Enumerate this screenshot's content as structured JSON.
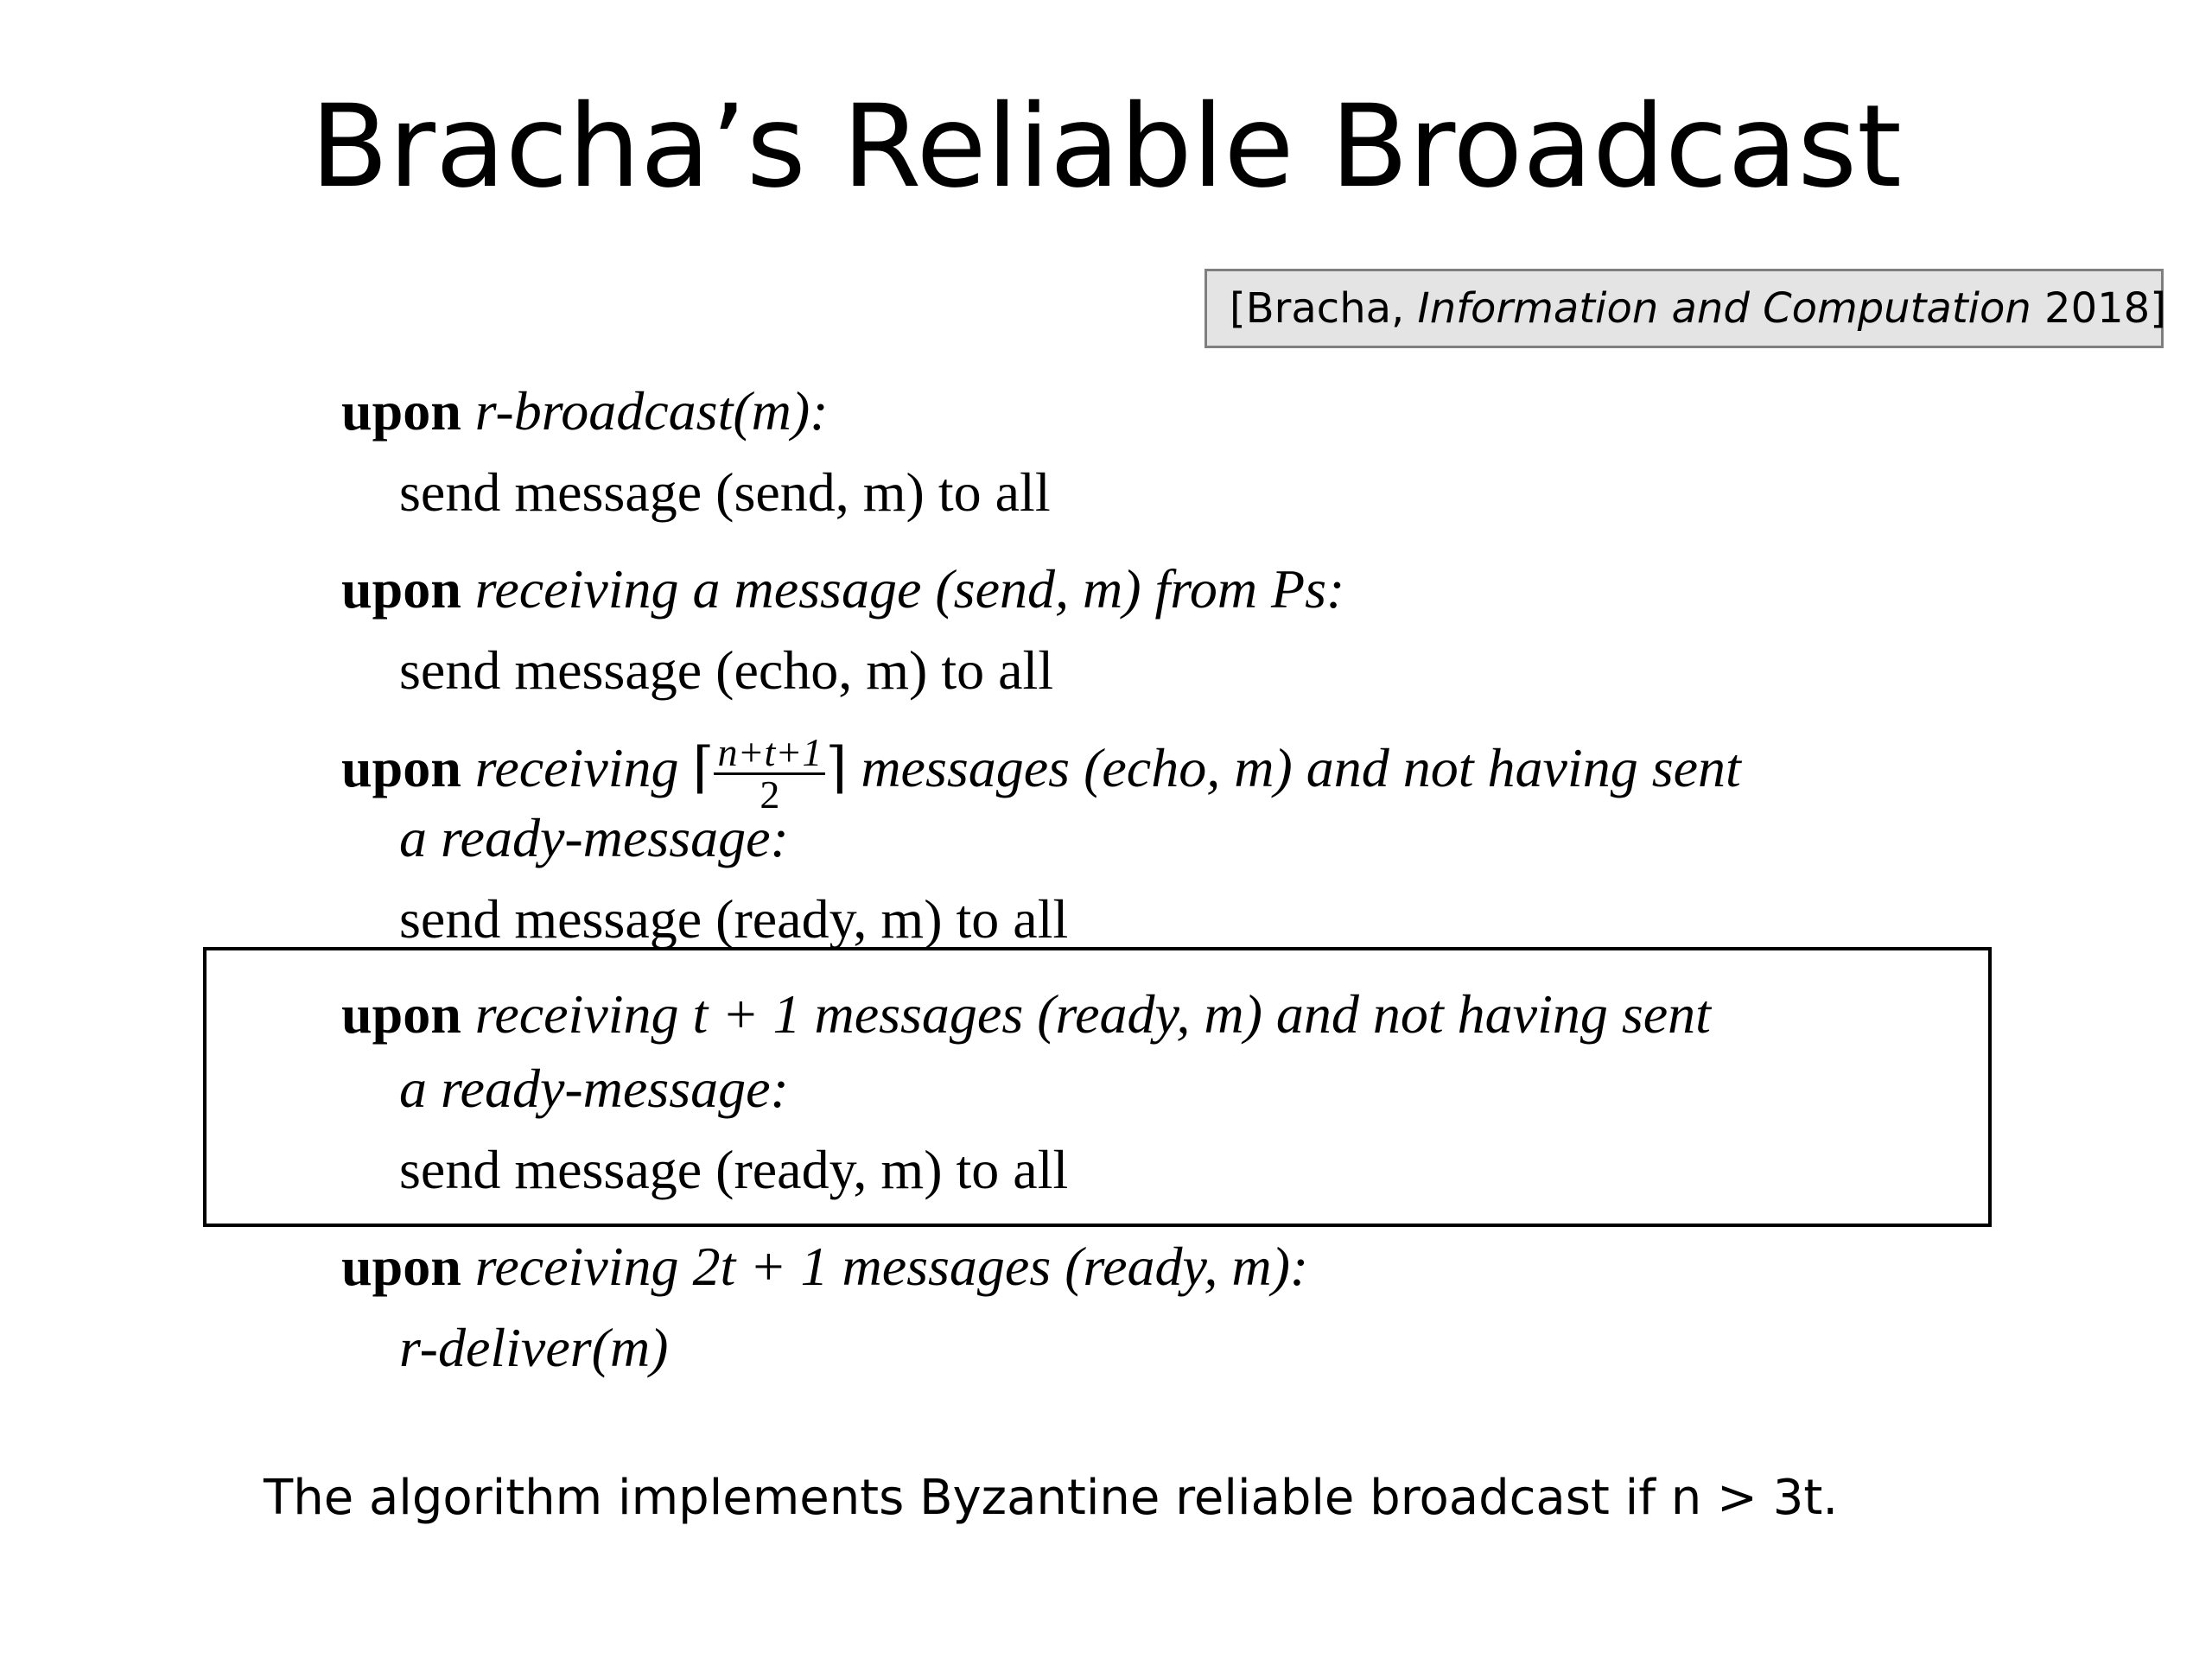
{
  "title": "Bracha’s Reliable Broadcast",
  "citation": {
    "prefix": "[Bracha, ",
    "journal": "Information and Computation",
    "suffix": " 2018]"
  },
  "algorithm": {
    "keyword": "upon",
    "rules": [
      {
        "trigger_parts": [
          " r-broadcast(m):"
        ],
        "action": "send message (send, m) to all"
      },
      {
        "trigger_parts": [
          " receiving a message (send, m) from Ps:"
        ],
        "action": "send message (echo, m) to all"
      },
      {
        "trigger_a": " receiving ",
        "fraction_numerator": "n+t+1",
        "fraction_denominator": "2",
        "trigger_b": " messages (echo, m) and not having sent",
        "continuation": "a ready-message:",
        "action": "send message (ready, m) to all"
      },
      {
        "trigger": " receiving t + 1 messages (ready, m) and not having sent",
        "continuation": "a ready-message:",
        "action": "send message (ready, m) to all",
        "highlighted": true
      },
      {
        "trigger": " receiving 2t + 1 messages (ready, m):",
        "action": "r-deliver(m)"
      }
    ]
  },
  "footer": "The algorithm implements Byzantine reliable broadcast if n > 3t."
}
